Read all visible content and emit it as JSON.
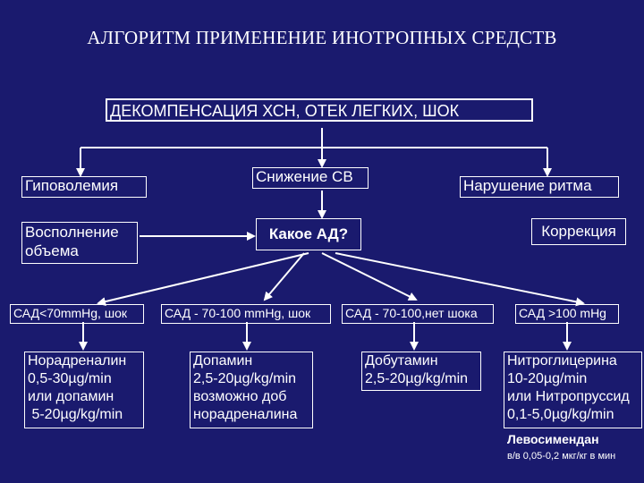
{
  "title": "АЛГОРИТМ ПРИМЕНЕНИЕ ИНОТРОПНЫХ СРЕДСТВ",
  "top_box": "ДЕКОМПЕНСАЦИЯ ХСН, ОТЕК ЛЕГКИХ, ШОК",
  "causes": [
    "Гиповолемия",
    "Снижение СВ",
    "Нарушение ритма"
  ],
  "actions": {
    "volume": [
      "Восполнение",
      "объема"
    ],
    "question": "Какое АД?",
    "correction": "Коррекция"
  },
  "bp_levels": [
    "САД<70mmHg, шок",
    "САД - 70-100 mmHg, шок",
    "САД - 70-100,нет шока",
    "САД >100 mHg"
  ],
  "drugs": [
    [
      "Норадреналин",
      "0,5-30µg/min",
      "или допамин",
      " 5-20µg/kg/min"
    ],
    [
      "Допамин",
      "2,5-20µg/kg/min",
      "возможно доб",
      "норадреналина"
    ],
    [
      "Добутамин",
      "2,5-20µg/kg/min"
    ],
    [
      "Нитроглицерина",
      "10-20µg/min",
      "или Нитропруссид",
      "0,1-5,0µg/kg/min"
    ]
  ],
  "levosimendan": {
    "name": "Левосимендан",
    "dose": "в/в 0,05-0,2 мкг/кг в мин"
  }
}
